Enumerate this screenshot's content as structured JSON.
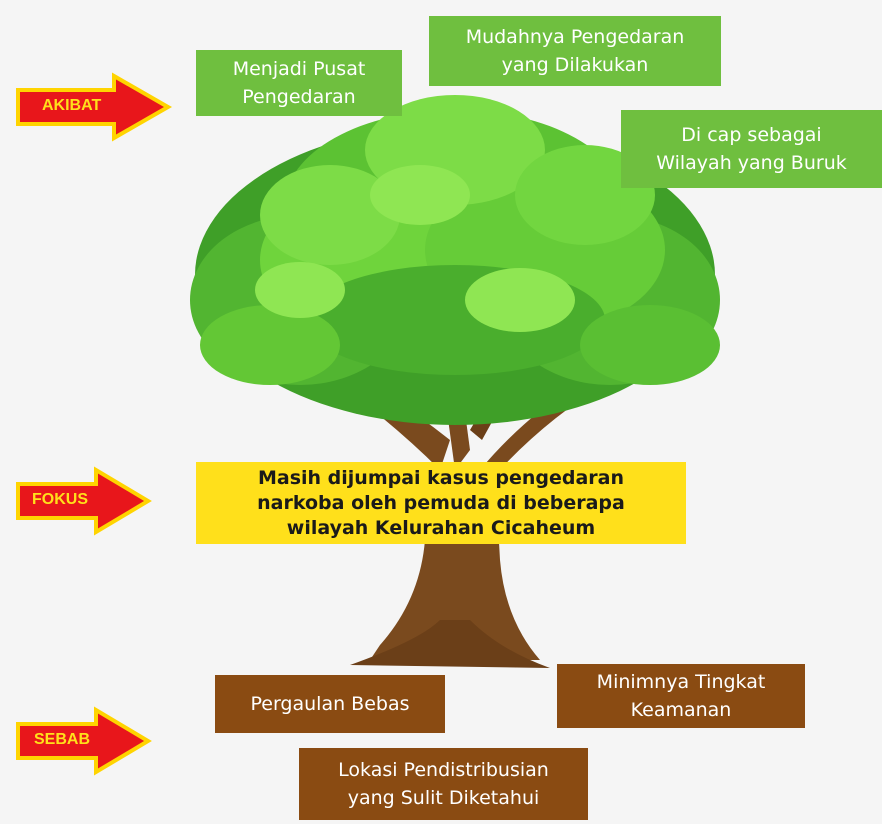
{
  "arrows": {
    "akibat": "AKIBAT",
    "fokus": "FOKUS",
    "sebab": "SEBAB"
  },
  "effects": [
    "Menjadi Pusat\nPengedaran",
    "Mudahnya Pengedaran\nyang Dilakukan",
    "Di cap sebagai\nWilayah yang Buruk"
  ],
  "focus": "Masih dijumpai kasus pengedaran\nnarkoba oleh pemuda di beberapa\nwilayah Kelurahan Cicaheum",
  "causes": [
    "Pergaulan Bebas",
    "Minimnya Tingkat\nKeamanan",
    "Lokasi Pendistribusian\nyang Sulit Diketahui"
  ],
  "colors": {
    "effect_box": "#6fbf3f",
    "cause_box": "#8a4b12",
    "focus_box": "#ffe01b",
    "arrow_fill": "#e8161b",
    "arrow_outline": "#ffd400",
    "leaves": "#5cc233",
    "trunk": "#7a4a1e"
  }
}
